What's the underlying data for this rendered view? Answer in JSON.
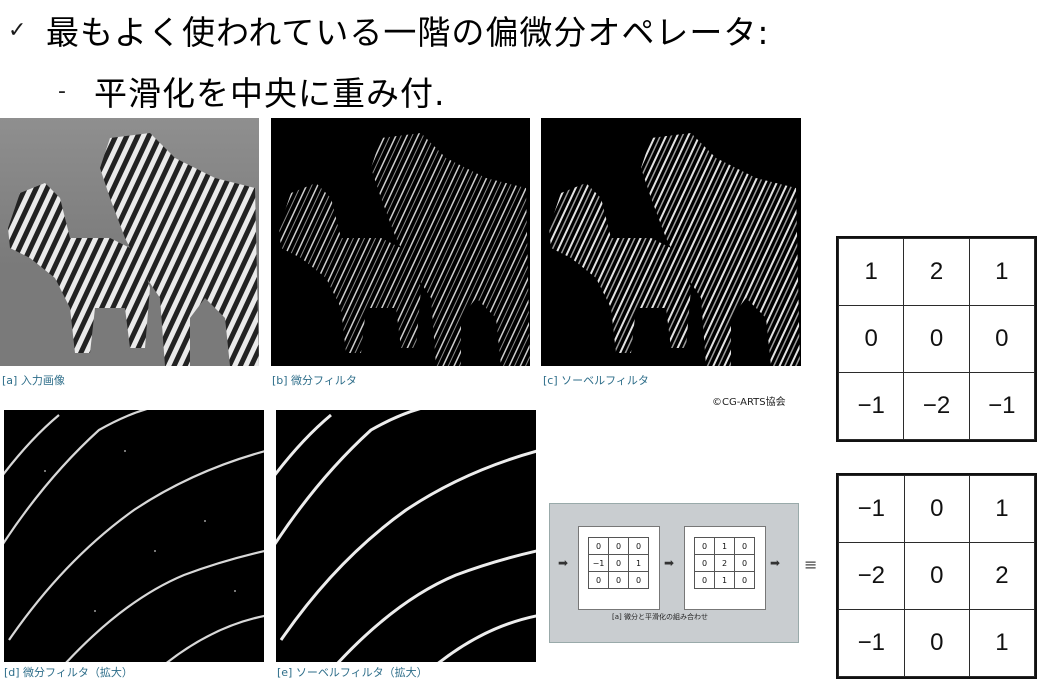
{
  "bullets": {
    "main_text": "最もよく使われている一階の偏微分オペレータ:",
    "sub_text": "平滑化を中央に重み付."
  },
  "figures": {
    "a_caption": "[a] 入力画像",
    "b_caption": "[b] 微分フィルタ",
    "c_caption": "[c] ソーベルフィルタ",
    "d_caption": "[d] 微分フィルタ（拡大）",
    "e_caption": "[e] ソーベルフィルタ（拡大）",
    "credit": "©CG-ARTS協会"
  },
  "diagram": {
    "caption": "[a] 微分と平滑化の組み合わせ",
    "left_kernel": [
      [
        "0",
        "0",
        "0"
      ],
      [
        "−1",
        "0",
        "1"
      ],
      [
        "0",
        "0",
        "0"
      ]
    ],
    "right_kernel": [
      [
        "0",
        "1",
        "0"
      ],
      [
        "0",
        "2",
        "0"
      ],
      [
        "0",
        "1",
        "0"
      ]
    ],
    "equiv_symbol": "≡"
  },
  "kernels": {
    "vertical": [
      [
        "1",
        "2",
        "1"
      ],
      [
        "0",
        "0",
        "0"
      ],
      [
        "−1",
        "−2",
        "−1"
      ]
    ],
    "horizontal": [
      [
        "−1",
        "0",
        "1"
      ],
      [
        "−2",
        "0",
        "2"
      ],
      [
        "−1",
        "0",
        "1"
      ]
    ]
  }
}
